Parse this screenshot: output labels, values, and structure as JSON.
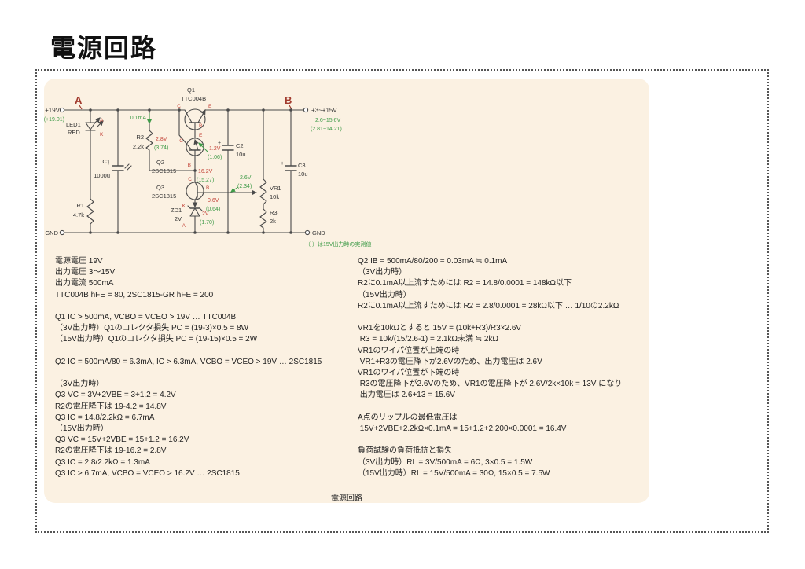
{
  "page": {
    "title": "電源回路",
    "caption": "電源回路"
  },
  "colors": {
    "red": "#c4473c",
    "green": "#3f9b48",
    "ink": "#333333",
    "wire": "#4a4a4a",
    "node": "#a23b2e",
    "panel": "#fbf1e2"
  },
  "circuit": {
    "nodes": {
      "a": "A",
      "b": "B"
    },
    "input": {
      "label": "+19V",
      "measured": "(+19.01)"
    },
    "output": {
      "label": "+3~+15V",
      "range": "2.6~15.6V",
      "measured": "(2.81~14.21)"
    },
    "gnd_left": "GND",
    "gnd_right": "GND",
    "current_label": "0.1mA",
    "note": "（ ）は15V出力時の実測値",
    "cap_plus": "+",
    "led1": {
      "ref": "LED1",
      "value": "RED",
      "pin_a": "A",
      "pin_k": "K"
    },
    "q1": {
      "ref": "Q1",
      "value": "TTC004B",
      "pin_c": "C",
      "pin_e": "E",
      "pin_b": "B"
    },
    "q2": {
      "ref": "Q2",
      "value": "2SC1815",
      "pin_c": "C",
      "pin_b": "B",
      "pin_e": "E"
    },
    "q3": {
      "ref": "Q3",
      "value": "2SC1815",
      "pin_c": "C",
      "pin_b": "B"
    },
    "zd1": {
      "ref": "ZD1",
      "value": "2V",
      "pin_k": "K",
      "pin_a": "A"
    },
    "r1": {
      "ref": "R1",
      "value": "4.7k"
    },
    "r2": {
      "ref": "R2",
      "value": "2.2k"
    },
    "r3": {
      "ref": "R3",
      "value": "2k"
    },
    "vr1": {
      "ref": "VR1",
      "value": "10k"
    },
    "c1": {
      "ref": "C1",
      "value": "1000u"
    },
    "c2": {
      "ref": "C2",
      "value": "10u"
    },
    "c3": {
      "ref": "C3",
      "value": "10u"
    },
    "v_r2": {
      "design": "2.8V",
      "measured": "(3.74)"
    },
    "v_be2": {
      "design": "1.2V",
      "measured": "(1.06)"
    },
    "v_q3c": {
      "design": "16.2V",
      "measured": "(15.27)"
    },
    "v_ref": {
      "design": "2.6V",
      "measured": "(2.34)"
    },
    "v_be3": {
      "design": "0.6V",
      "measured": "(0.64)"
    },
    "v_zd": {
      "design": "2V",
      "measured": "(1.70)"
    }
  },
  "notes": {
    "left": [
      "電源電圧 19V",
      "出力電圧 3〜15V",
      "出力電流 500mA",
      "TTC004B hFE = 80, 2SC1815-GR hFE = 200",
      "",
      "Q1 IC > 500mA, VCBO = VCEO > 19V … TTC004B",
      "（3V出力時）Q1のコレクタ損失 PC = (19-3)×0.5 = 8W",
      "（15V出力時）Q1のコレクタ損失 PC = (19-15)×0.5 = 2W",
      "",
      "Q2 IC = 500mA/80 = 6.3mA, IC > 6.3mA, VCBO = VCEO > 19V … 2SC1815",
      "",
      "（3V出力時）",
      "Q3 VC = 3V+2VBE = 3+1.2 = 4.2V",
      "R2の電圧降下は 19-4.2 = 14.8V",
      "Q3 IC = 14.8/2.2kΩ = 6.7mA",
      "（15V出力時）",
      "Q3 VC = 15V+2VBE = 15+1.2 = 16.2V",
      "R2の電圧降下は 19-16.2 = 2.8V",
      "Q3 IC = 2.8/2.2kΩ = 1.3mA",
      "Q3 IC > 6.7mA, VCBO = VCEO > 16.2V … 2SC1815"
    ],
    "right": [
      "Q2 IB = 500mA/80/200 = 0.03mA ≒ 0.1mA",
      "（3V出力時）",
      "R2に0.1mA以上流すためには R2 = 14.8/0.0001 = 148kΩ以下",
      "（15V出力時）",
      "R2に0.1mA以上流すためには R2 = 2.8/0.0001 = 28kΩ以下 … 1/10の2.2kΩ",
      "",
      "VR1を10kΩとすると 15V = (10k+R3)/R3×2.6V",
      " R3 = 10k/(15/2.6-1) = 2.1kΩ未満 ≒ 2kΩ",
      "VR1のワイパ位置が上端の時",
      " VR1+R3の電圧降下が2.6Vのため、出力電圧は 2.6V",
      "VR1のワイパ位置が下端の時",
      " R3の電圧降下が2.6Vのため、VR1の電圧降下が 2.6V/2k×10k = 13V になり",
      " 出力電圧は 2.6+13 = 15.6V",
      "",
      "A点のリップルの最低電圧は",
      " 15V+2VBE+2.2kΩ×0.1mA = 15+1.2+2,200×0.0001 = 16.4V",
      "",
      "負荷試験の負荷抵抗と損失",
      "（3V出力時）RL = 3V/500mA = 6Ω, 3×0.5 = 1.5W",
      "（15V出力時）RL = 15V/500mA = 30Ω, 15×0.5 = 7.5W"
    ]
  }
}
